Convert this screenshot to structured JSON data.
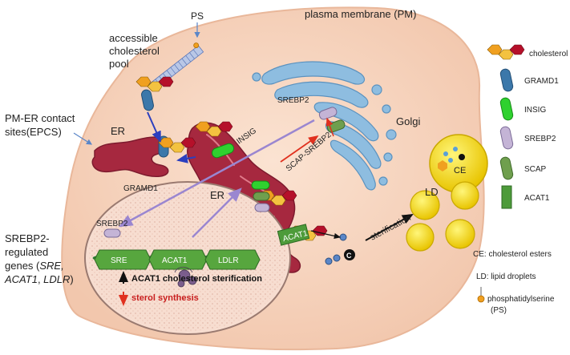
{
  "labels": {
    "plasma_membrane": "plasma membrane (PM)",
    "ps": "PS",
    "accessible_pool_1": "accessible",
    "accessible_pool_2": "cholesterol",
    "accessible_pool_3": "pool",
    "pm_er_1": "PM-ER contact",
    "pm_er_2": "sites(EPCS)",
    "er_left": "ER",
    "er_center": "ER",
    "gramd1": "GRAMD1",
    "insig": "INSIG",
    "srebp2_golgi": "SREBP2",
    "scap_srebp2": "SCAP-SREBP2",
    "golgi": "Golgi",
    "srebp2_nucleus": "SREBP2",
    "sre": "SRE",
    "acat1_gene": "ACAT1",
    "ldlr": "LDLR",
    "acat1_enzyme": "ACAT1",
    "c_letter": "C",
    "esterification": "sterification",
    "ce": "CE",
    "ld": "LD",
    "acat1_effect": "ACAT1 cholesterol sterification",
    "sterol_synthesis": "sterol synthesis",
    "genes_1": "SREBP2-",
    "genes_2": "regulated",
    "genes_3_a": "genes (",
    "genes_3_b": "SRE,",
    "genes_4_a": "ACAT1",
    "genes_4_b": ", ",
    "genes_4_c": "LDLR",
    "genes_4_d": ")"
  },
  "legend": {
    "cholesterol": "cholesterol",
    "gramd1": "GRAMD1",
    "insig": "INSIG",
    "srebp2": "SREBP2",
    "scap": "SCAP",
    "acat1": "ACAT1",
    "ce": "CE: cholesterol esters",
    "ld": "LD: lipid droplets",
    "ps_1": "phosphatidylserine",
    "ps_2": "(PS)"
  },
  "colors": {
    "cell": "#f6d3bd",
    "er": "#a6283f",
    "golgi": "#7fb3d8",
    "gramd1": "#3c78aa",
    "insig": "#2fd12f",
    "srebp2": "#c4b4d6",
    "scap": "#6f9f4e",
    "acat1": "#4d9b3a",
    "lipid_droplet": "#f3d400",
    "arrow_blue": "#2b3fbf",
    "arrow_red": "#e0301e",
    "arrow_purple": "#9a86d0"
  }
}
